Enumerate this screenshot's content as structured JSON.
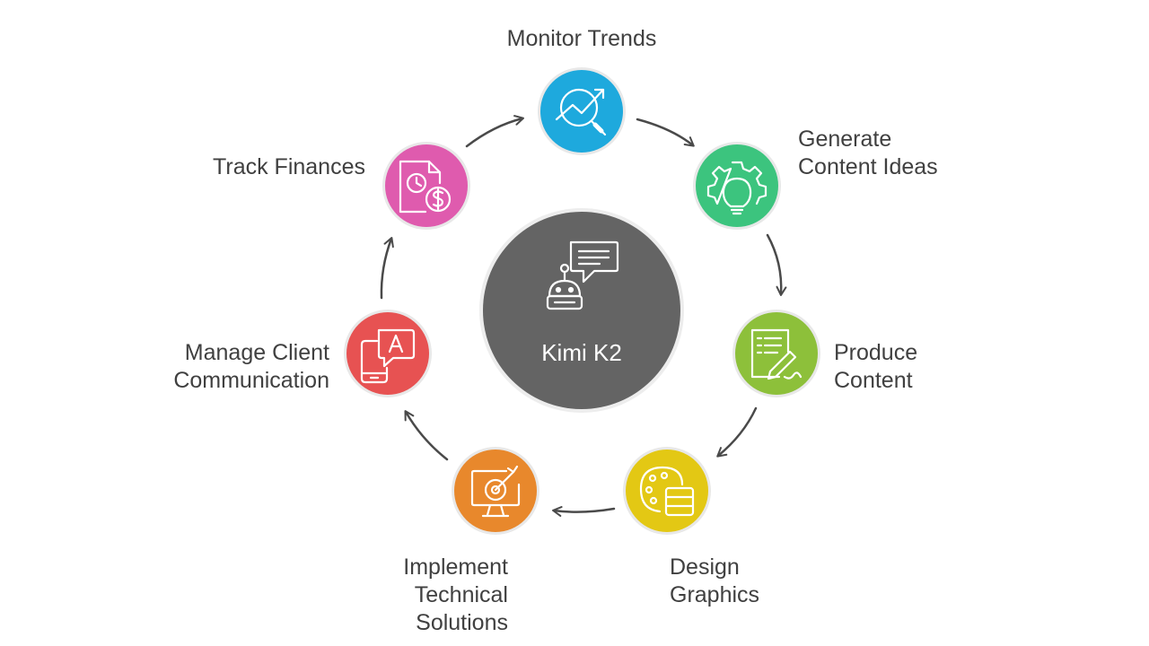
{
  "hub": {
    "label": "Kimi K2",
    "color": "#646464",
    "icon": "robot-chat-icon"
  },
  "steps": [
    {
      "id": "monitor-trends",
      "label": "Monitor Trends",
      "color": "#1EA9DD",
      "icon": "trend-magnifier-icon"
    },
    {
      "id": "generate-content-ideas",
      "label": "Generate\nContent Ideas",
      "color": "#3CC47E",
      "icon": "gear-lightbulb-icon"
    },
    {
      "id": "produce-content",
      "label": "Produce\nContent",
      "color": "#8DC03A",
      "icon": "document-pen-icon"
    },
    {
      "id": "design-graphics",
      "label": "Design\nGraphics",
      "color": "#E3C814",
      "icon": "palette-swatch-icon"
    },
    {
      "id": "implement-technical-solutions",
      "label": "Implement\nTechnical\nSolutions",
      "color": "#E8882C",
      "icon": "monitor-target-icon"
    },
    {
      "id": "manage-client-communication",
      "label": "Manage Client\nCommunication",
      "color": "#E75252",
      "icon": "phone-chat-icon"
    },
    {
      "id": "track-finances",
      "label": "Track Finances",
      "color": "#DF5BAE",
      "icon": "document-clock-dollar-icon"
    }
  ],
  "colors": {
    "text": "#404040",
    "arrow": "#4A4A4A",
    "ring": "#E6E6E6"
  }
}
